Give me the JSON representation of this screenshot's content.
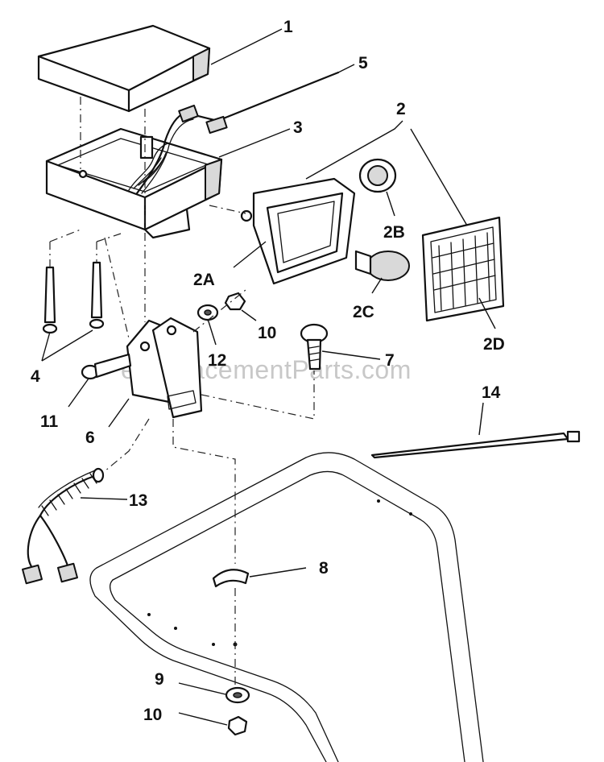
{
  "watermark": "eReplacementParts.com",
  "callouts": {
    "c1": "1",
    "c2": "2",
    "c2a": "2A",
    "c2b": "2B",
    "c2c": "2C",
    "c2d": "2D",
    "c3": "3",
    "c4": "4",
    "c5": "5",
    "c6": "6",
    "c7": "7",
    "c8": "8",
    "c9": "9",
    "c10a": "10",
    "c10b": "10",
    "c11": "11",
    "c12": "12",
    "c13": "13",
    "c14": "14"
  },
  "icons": {
    "cover": "housing-cover",
    "housing": "lamp-housing",
    "harness": "wire-harness-connector",
    "lamp": "headlamp-assembly",
    "bulb": "bulb",
    "lens": "lens",
    "socket": "socket",
    "bracket": "mounting-bracket",
    "bolt": "carriage-bolt",
    "coil": "coil-cord",
    "handle": "handle-frame",
    "tie": "cable-tie"
  }
}
